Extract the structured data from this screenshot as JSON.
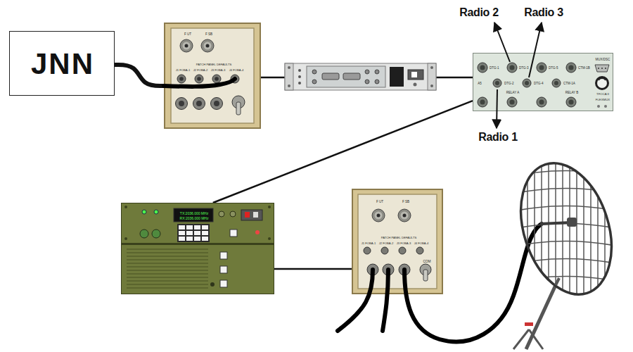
{
  "diagram": {
    "nodes": [
      {
        "text": [
          "JNN"
        ]
      },
      {
        "text": [
          "F UT",
          "F SB",
          "PATCH PANEL DEFAULTS",
          "J1 FOBA-1",
          "J2 FOBA-2",
          "J3 FOBA-3",
          "J4 FOBA-4"
        ]
      },
      {
        "text": [
          "DTG-1",
          "DTG-3",
          "DTG-5",
          "CTM-1B",
          "MUX/DSC",
          "A5",
          "DTG-2",
          "DTG-4",
          "CTM-1A",
          "RELAY A",
          "RELAY B",
          "TFOCA II",
          "FLEXMUX"
        ]
      },
      {
        "text": [
          "TX:2036.000 MHz",
          "RX:2036.000 MHz"
        ]
      },
      {
        "text": [
          "F UT",
          "F SB",
          "PATCH PANEL DEFAULTS",
          "J1 FOBA-1",
          "J2 FOBA-2",
          "J3 FOBA-3",
          "J4 FOBA-4",
          "COM"
        ]
      }
    ],
    "edges": [
      {
        "from": 0,
        "to": 1,
        "arrow": "none"
      },
      {
        "from": 2,
        "to": 3,
        "arrow": "none"
      },
      {
        "from": 3,
        "to": 4,
        "arrow": "none"
      }
    ],
    "labels": [
      "Radio 2",
      "Radio 3",
      "Radio 1"
    ]
  }
}
